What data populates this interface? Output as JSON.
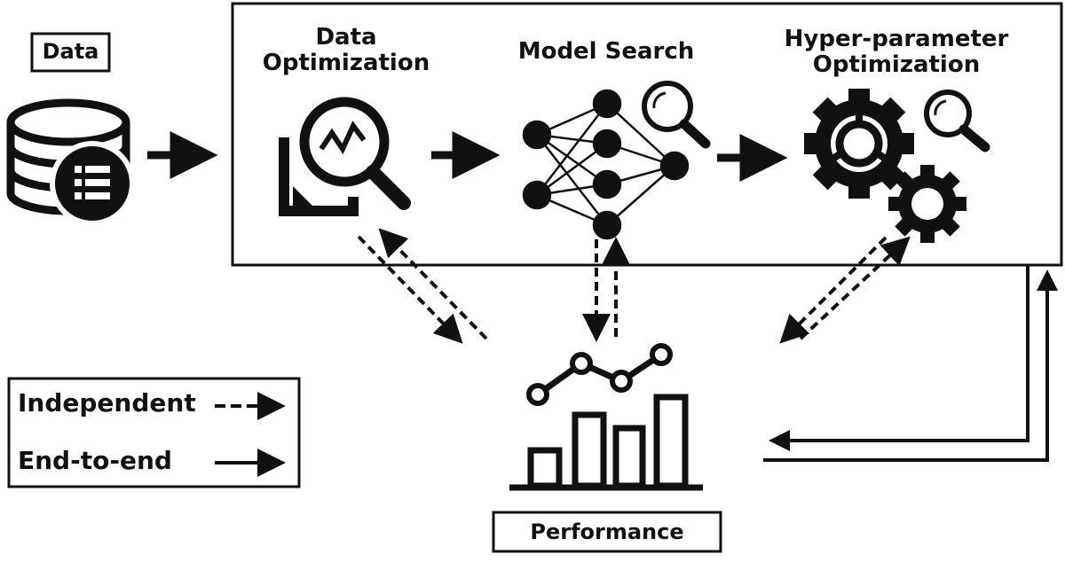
{
  "inputs": {
    "data_label": "Data"
  },
  "pipeline": {
    "stage1_line1": "Data",
    "stage1_line2": "Optimization",
    "stage2": "Model Search",
    "stage3_line1": "Hyper-parameter",
    "stage3_line2": "Optimization"
  },
  "legend": {
    "independent": "Independent",
    "end_to_end": "End-to-end"
  },
  "output": {
    "performance_label": "Performance"
  },
  "colors": {
    "stroke": "#111111",
    "background": "#ffffff"
  },
  "icons": [
    "database-table-icon",
    "document-magnifier-icon",
    "neural-network-icon",
    "magnifier-icon",
    "gear-icon",
    "chart-icon"
  ]
}
